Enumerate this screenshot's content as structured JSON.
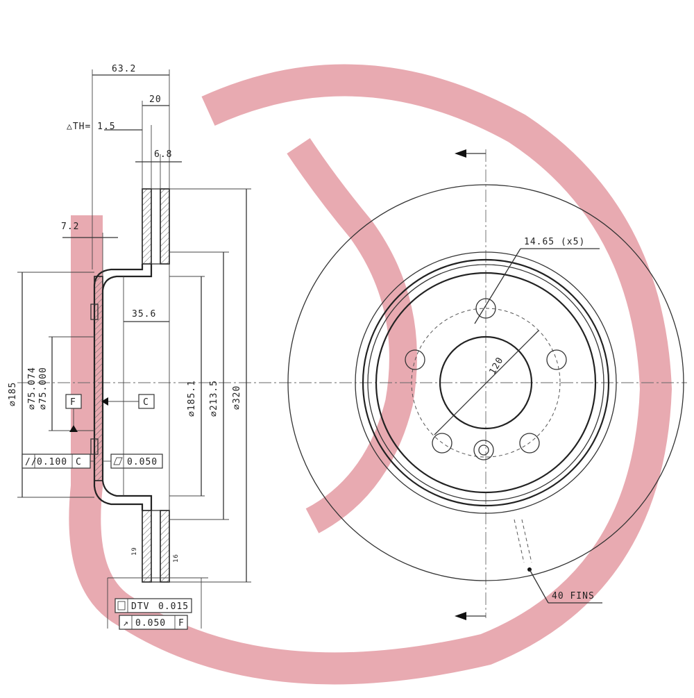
{
  "watermark": {
    "name": "brand-logo-watermark",
    "color": "#e8aab1"
  },
  "section_view": {
    "overall_height": "63.2",
    "hat_offset": "20",
    "thickness_tolerance": "△TH= 1.5",
    "friction_ring_offset": "6.8",
    "hub_wall": "7.2",
    "hat_depth": "35.6",
    "dia_185": "∅185",
    "dia_centre_bore": "∅75.074\n∅75.000",
    "dia_centre_bore_max": "∅75.074",
    "dia_centre_bore_min": "∅75.000",
    "dia_185_1": "∅185.1",
    "dia_213_5": "∅213.5",
    "dia_320": "∅320",
    "datum_f": "F",
    "datum_c": "C",
    "parallelism": "0.100",
    "parallelism_ref": "C",
    "flatness": "0.050",
    "dtv_label": "DTV",
    "dtv_value": "0.015",
    "runout": "0.050",
    "runout_ref": "F",
    "vent_note_1": "19",
    "vent_note_2": "16"
  },
  "front_view": {
    "bolt_hole": "14.65 (x5)",
    "pcd": "120",
    "fins": "40 FINS"
  }
}
